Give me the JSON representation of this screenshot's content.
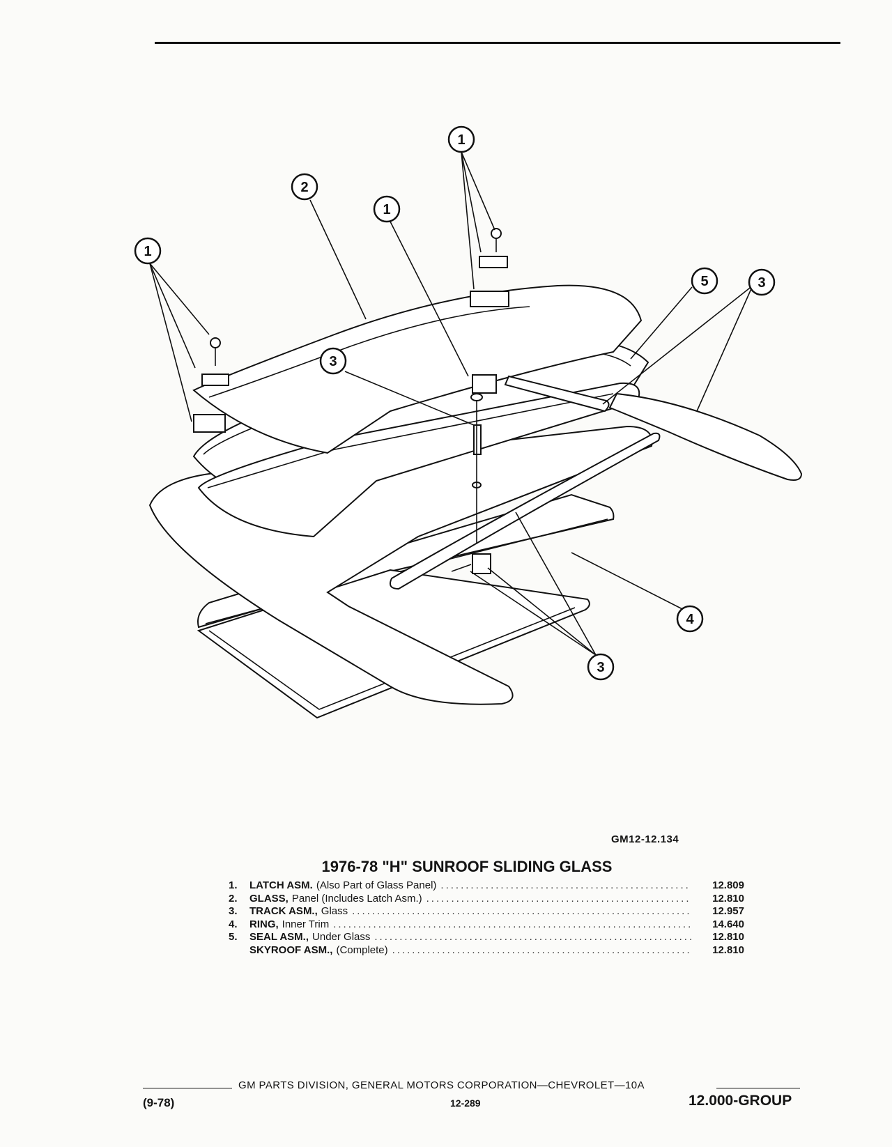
{
  "figure": {
    "code": "GM12-12.134",
    "title": "1976-78 \"H\" SUNROOF SLIDING GLASS",
    "callouts": [
      "1",
      "2",
      "1",
      "1",
      "5",
      "3",
      "3",
      "4",
      "3"
    ]
  },
  "parts": [
    {
      "num": "1.",
      "name": "LATCH ASM.",
      "desc": "(Also Part of Glass Panel)",
      "value": "12.809"
    },
    {
      "num": "2.",
      "name": "GLASS,",
      "desc": "Panel (Includes Latch Asm.)",
      "value": "12.810"
    },
    {
      "num": "3.",
      "name": "TRACK ASM.,",
      "desc": "Glass",
      "value": "12.957"
    },
    {
      "num": "4.",
      "name": "RING,",
      "desc": "Inner Trim",
      "value": "14.640"
    },
    {
      "num": "5.",
      "name": "SEAL ASM.,",
      "desc": "Under Glass",
      "value": "12.810"
    },
    {
      "num": "",
      "name": "SKYROOF ASM.,",
      "desc": "(Complete)",
      "value": "12.810"
    }
  ],
  "footer": {
    "publisher": "GM PARTS DIVISION, GENERAL MOTORS CORPORATION—CHEVROLET—10A",
    "date": "(9-78)",
    "page": "12-289",
    "group": "12.000-GROUP"
  }
}
